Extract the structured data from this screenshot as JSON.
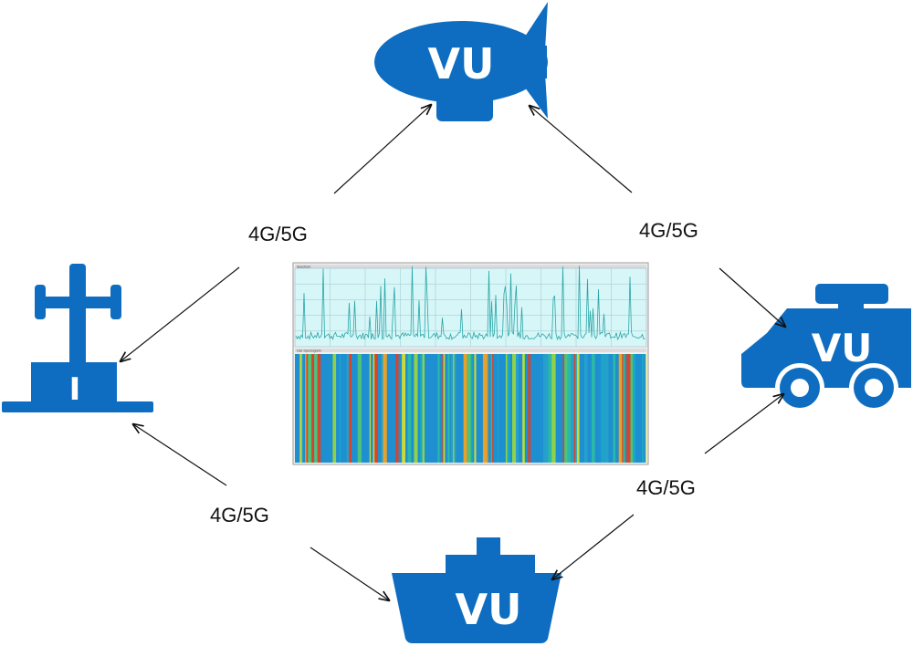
{
  "colors": {
    "node_blue": "#0E6DC0",
    "arrow": "#111111",
    "text": "#111111"
  },
  "nodes": {
    "airship": {
      "label": "VU",
      "icon": "airship-icon"
    },
    "truck": {
      "label": "VU",
      "icon": "truck-icon"
    },
    "ship": {
      "label": "VU",
      "icon": "ship-icon"
    },
    "tower": {
      "label": "I",
      "icon": "antenna-tower-icon"
    }
  },
  "links": {
    "tower_to_airship": "4G/5G",
    "airship_to_truck": "4G/5G",
    "truck_to_ship": "4G/5G",
    "ship_to_tower": "4G/5G"
  },
  "spectrum_panel": {
    "icon": "spectrum-analyzer-screenshot",
    "top_pane_title": "Spectrum",
    "bottom_pane_title": "Use Spectogram"
  }
}
